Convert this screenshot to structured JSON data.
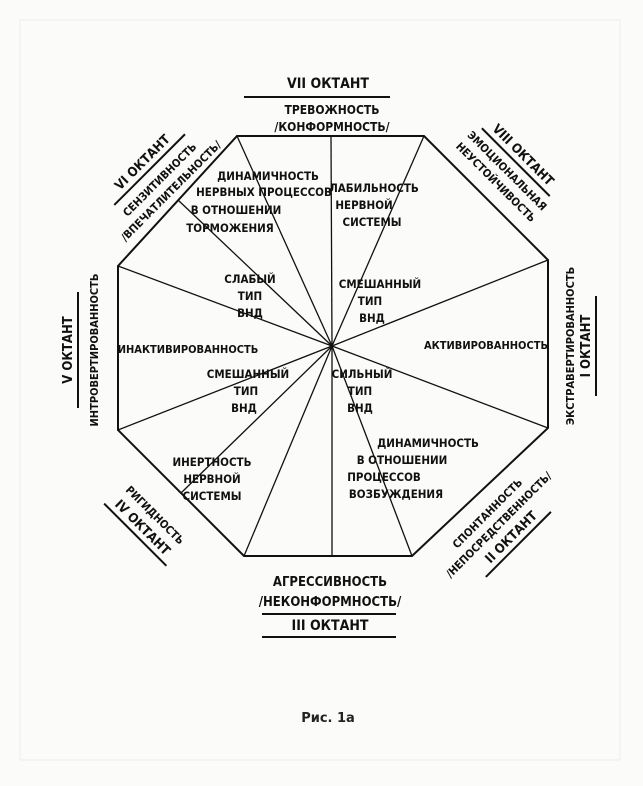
{
  "octants": {
    "top": {
      "title": "VII ОКТАНТ",
      "line1": "ТРЕВОЖНОСТЬ",
      "line2": "/КОНФОРМНОСТЬ/"
    },
    "top_left": {
      "title": "VI ОКТАНТ",
      "line1": "СЕНЗИТИВНОСТЬ",
      "line2": "/ВПЕЧАТЛИТЕЛЬНОСТЬ/"
    },
    "top_right": {
      "title": "VIII ОКТАНТ",
      "line1": "ЭМОЦИОНАЛЬНАЯ",
      "line2": "НЕУСТОЙЧИВОСТЬ"
    },
    "left": {
      "title": "V ОКТАНТ",
      "line1": "ИНТРОВЕРТИРОВАННОСТЬ"
    },
    "right": {
      "title": "I ОКТАНТ",
      "line1": "ЭКСТРАВЕРТИРОВАННОСТЬ"
    },
    "bottom_left": {
      "title": "IV ОКТАНТ",
      "line1": "РИГИДНОСТЬ"
    },
    "bottom_right": {
      "title": "II ОКТАНТ",
      "line1": "СПОНТАННОСТЬ",
      "line2": "/НЕПОСРЕДСТВЕННОСТЬ/"
    },
    "bottom": {
      "title": "III ОКТАНТ",
      "line1": "АГРЕССИВНОСТЬ",
      "line2": "/НЕКОНФОРМНОСТЬ/"
    }
  },
  "inner": {
    "dynamics_inhibition": [
      "ДИНАМИЧНОСТЬ",
      "НЕРВНЫХ ПРОЦЕССОВ",
      "В ОТНОШЕНИИ",
      "ТОРМОЖЕНИЯ"
    ],
    "lability": [
      "ЛАБИЛЬНОСТЬ",
      "НЕРВНОЙ",
      "СИСТЕМЫ"
    ],
    "weak_type": [
      "СЛАБЫЙ",
      "ТИП",
      "ВНД"
    ],
    "mixed_type_upper": [
      "СМЕШАННЫЙ",
      "ТИП",
      "ВНД"
    ],
    "inactivity": "ИНАКТИВИРОВАННОСТЬ",
    "activity": "АКТИВИРОВАННОСТЬ",
    "mixed_type_lower": [
      "СМЕШАННЫЙ",
      "ТИП",
      "ВНД"
    ],
    "strong_type": [
      "СИЛЬНЫЙ",
      "ТИП",
      "ВНД"
    ],
    "inertness": [
      "ИНЕРТНОСТЬ",
      "НЕРВНОЙ",
      "СИСТЕМЫ"
    ],
    "dynamics_excitation": [
      "ДИНАМИЧНОСТЬ",
      "В ОТНОШЕНИИ",
      "ПРОЦЕССОВ",
      "ВОЗБУЖДЕНИЯ"
    ]
  },
  "caption": "Рис. 1а"
}
